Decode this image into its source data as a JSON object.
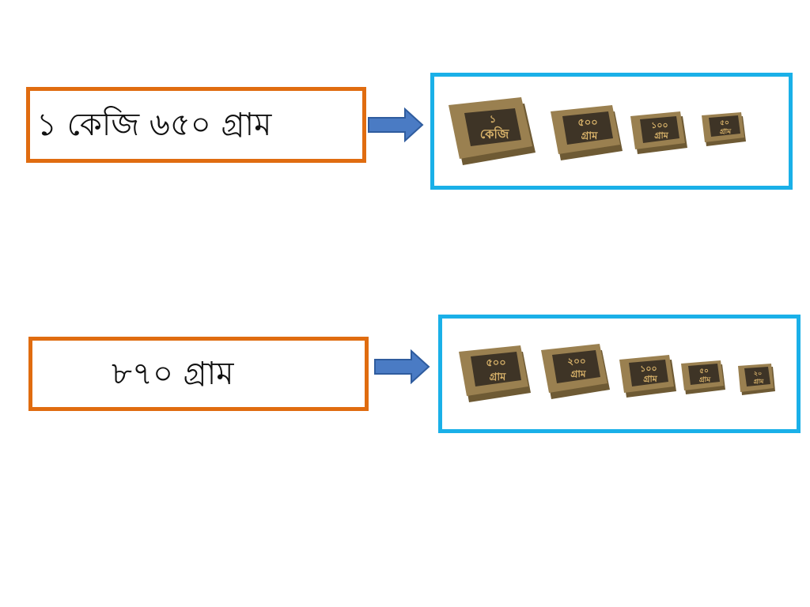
{
  "rows": [
    {
      "label": "১ কেজি ৬৫০ গ্রাম",
      "weights": [
        {
          "value": "১",
          "unit": "কেজি"
        },
        {
          "value": "৫০০",
          "unit": "গ্রাম"
        },
        {
          "value": "১০০",
          "unit": "গ্রাম"
        },
        {
          "value": "৫০",
          "unit": "গ্রাম"
        }
      ]
    },
    {
      "label": "৮৭০ গ্রাম",
      "weights": [
        {
          "value": "৫০০",
          "unit": "গ্রাম"
        },
        {
          "value": "২০০",
          "unit": "গ্রাম"
        },
        {
          "value": "১০০",
          "unit": "গ্রাম"
        },
        {
          "value": "৫০",
          "unit": "গ্রাম"
        },
        {
          "value": "২০",
          "unit": "গ্রাম"
        }
      ]
    }
  ],
  "colors": {
    "label_border": "#e06c10",
    "weights_border": "#1ab0e8",
    "arrow_fill": "#4a7bc4",
    "arrow_stroke": "#2f5c9e",
    "weight_top": "#9a8050",
    "weight_side": "#6e5a34",
    "weight_plate": "#3e3426",
    "weight_text": "#d9b36a"
  }
}
